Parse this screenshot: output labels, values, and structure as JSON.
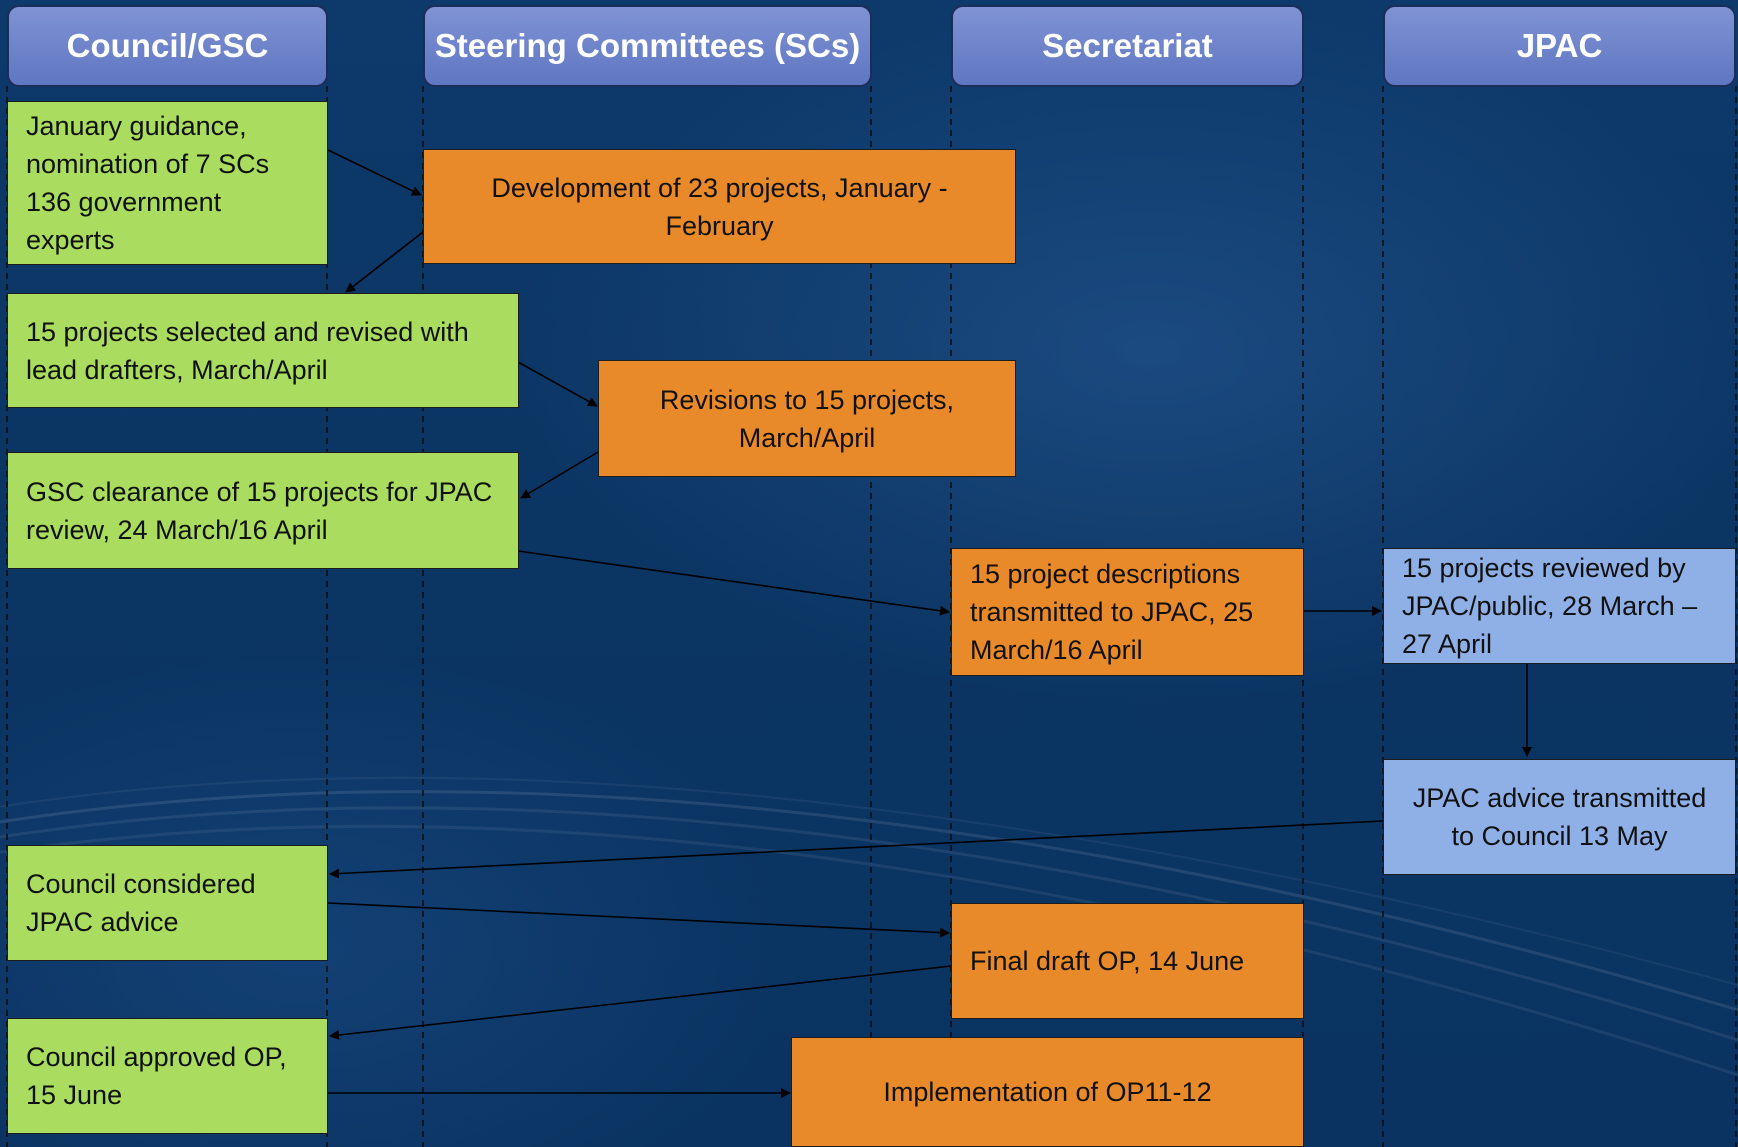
{
  "lanes": {
    "council": "Council/GSC",
    "steering": "Steering Committees (SCs)",
    "secretariat": "Secretariat",
    "jpac": "JPAC"
  },
  "steps": {
    "january_guidance": "January guidance, nomination of 7 SCs 136 government experts",
    "development": "Development of 23 projects, January - February",
    "selected": "15 projects selected and revised with lead drafters, March/April",
    "revisions": "Revisions to 15 projects, March/April",
    "clearance": "GSC clearance of 15 projects for JPAC review, 24 March/16 April",
    "transmitted": "15 project descriptions transmitted to JPAC, 25 March/16 April",
    "reviewed": "15 projects reviewed by JPAC/public, 28 March – 27 April",
    "advice": "JPAC advice transmitted to Council 13 May",
    "considered": "Council considered JPAC advice",
    "final_draft": "Final draft OP, 14 June",
    "approved": "Council approved OP, 15 June",
    "implementation": "Implementation of OP11-12"
  },
  "colors": {
    "council_box": "#a9dc5f",
    "secretariat_box": "#e88a2a",
    "jpac_box": "#8fb0e6",
    "lane_header": "#6b80c8",
    "background": "#0c3766"
  }
}
